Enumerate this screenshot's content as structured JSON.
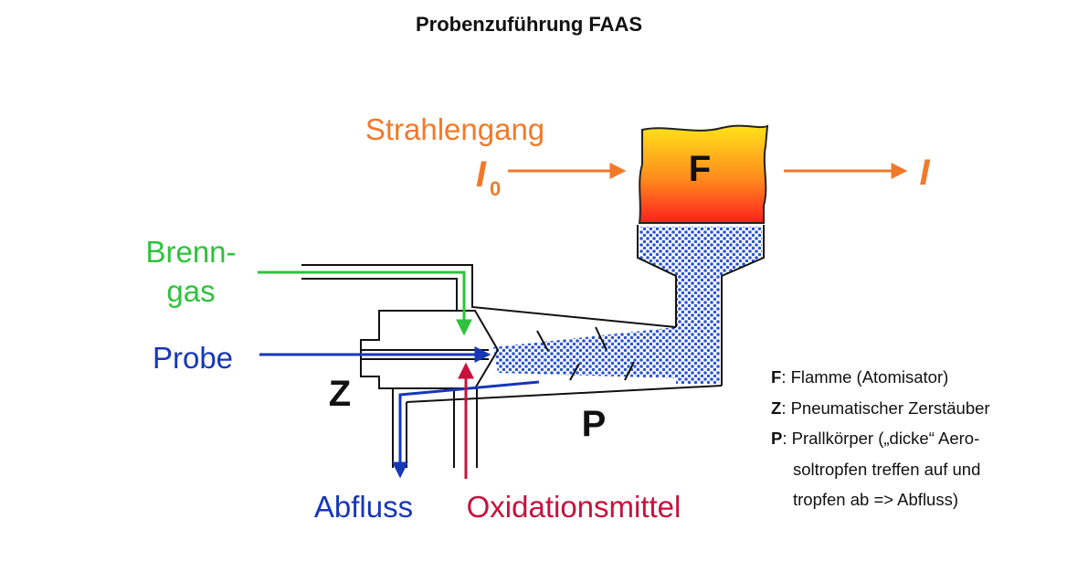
{
  "title": "Probenzuführung FAAS",
  "labels": {
    "beam": "Strahlengang",
    "i0_main": "I",
    "i0_sub": "0",
    "i_out": "I",
    "flame": "F",
    "fuel_line1": "Brenn-",
    "fuel_line2": "gas",
    "sample": "Probe",
    "nebulizer": "Z",
    "impact": "P",
    "drain": "Abfluss",
    "oxidant": "Oxidationsmittel"
  },
  "colors": {
    "beam": "#f07a2a",
    "fuel": "#2fc23c",
    "sample": "#1737b8",
    "oxidant": "#c8103c",
    "flame_top": "#ffe21a",
    "flame_bottom": "#ff1f1f",
    "aerosol": "#2a55d6"
  },
  "legend": [
    {
      "key": "F",
      "text": ": Flamme (Atomisator)"
    },
    {
      "key": "Z",
      "text": ": Pneumatischer Zerstäuber"
    },
    {
      "key": "P",
      "text": ": Prallkörper („dicke“ Aero-",
      "cont": [
        "soltropfen treffen auf und",
        "tropfen ab => Abfluss)"
      ]
    }
  ]
}
